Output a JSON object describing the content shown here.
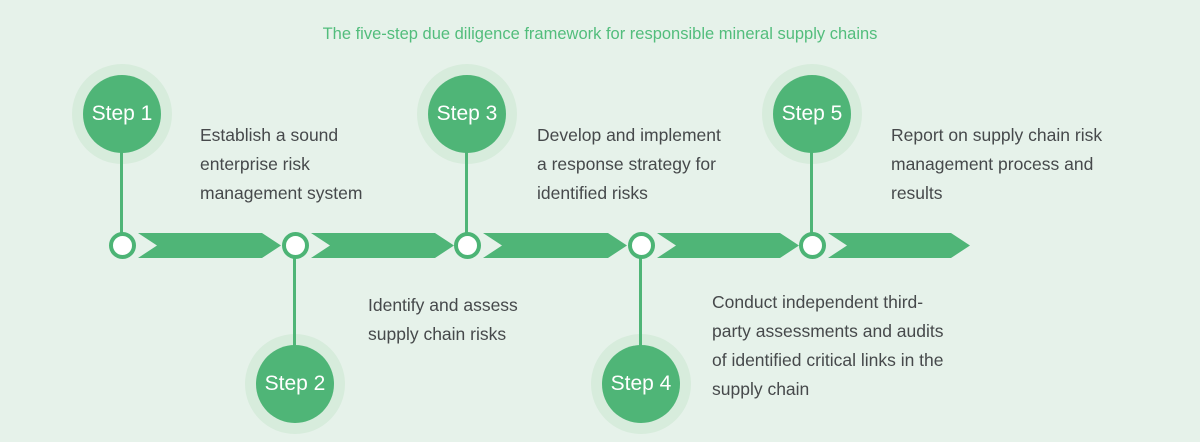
{
  "title": {
    "text": "The five-step due diligence framework for responsible mineral supply chains"
  },
  "colors": {
    "background": "#e6f2ea",
    "accent_green": "#4fb577",
    "halo_green": "#d7ecdc",
    "title_green": "#52bd7c",
    "text_gray": "#46494b",
    "node_fill": "#ffffff",
    "step_label_color": "#ffffff"
  },
  "steps": [
    {
      "label": "Step 1",
      "position": "top",
      "desc_lines": [
        "Establish a sound",
        "enterprise risk",
        "management system"
      ]
    },
    {
      "label": "Step 2",
      "position": "bottom",
      "desc_lines": [
        "Identify and assess",
        "supply chain risks"
      ]
    },
    {
      "label": "Step 3",
      "position": "top",
      "desc_lines": [
        "Develop and implement",
        "a response strategy for",
        "identified risks"
      ]
    },
    {
      "label": "Step 4",
      "position": "bottom",
      "desc_lines": [
        "Conduct independent third-",
        "party assessments and audits",
        "of identified critical links in the",
        "supply chain"
      ]
    },
    {
      "label": "Step 5",
      "position": "top",
      "desc_lines": [
        "Report on supply chain risk",
        "management process and",
        "results"
      ]
    }
  ]
}
